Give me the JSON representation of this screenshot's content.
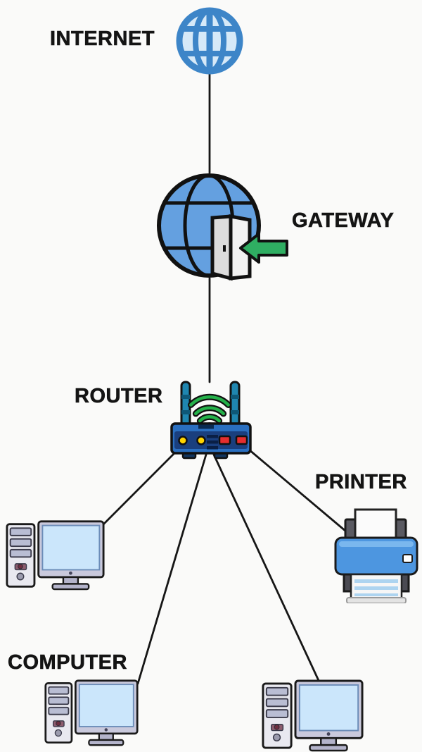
{
  "diagram": {
    "type": "network-topology",
    "labels": {
      "internet": "INTERNET",
      "gateway": "GATEWAY",
      "router": "ROUTER",
      "printer": "PRINTER",
      "computer": "COMPUTER"
    },
    "nodes": [
      {
        "id": "internet",
        "label": "INTERNET",
        "icon": "internet-globe-icon"
      },
      {
        "id": "gateway",
        "label": "GATEWAY",
        "icon": "gateway-globe-door-icon"
      },
      {
        "id": "router",
        "label": "ROUTER",
        "icon": "wireless-router-icon"
      },
      {
        "id": "computer-left",
        "label": "COMPUTER",
        "icon": "desktop-computer-icon"
      },
      {
        "id": "computer-bottom-left",
        "label": "COMPUTER",
        "icon": "desktop-computer-icon"
      },
      {
        "id": "computer-bottom-right",
        "label": "COMPUTER",
        "icon": "desktop-computer-icon"
      },
      {
        "id": "printer",
        "label": "PRINTER",
        "icon": "printer-icon"
      }
    ],
    "connections": [
      {
        "from": "internet",
        "to": "gateway"
      },
      {
        "from": "gateway",
        "to": "router"
      },
      {
        "from": "router",
        "to": "computer-left"
      },
      {
        "from": "router",
        "to": "computer-bottom-left"
      },
      {
        "from": "router",
        "to": "computer-bottom-right"
      },
      {
        "from": "router",
        "to": "printer"
      }
    ],
    "colors": {
      "background": "#fafaf9",
      "line": "#161616",
      "label_text": "#141414",
      "internet_globe_blue": "#3d85c8",
      "internet_globe_fill": "#d6e9f8",
      "gateway_globe_blue": "#64a0e0",
      "gateway_arrow_green": "#2fae62",
      "router_body_blue": "#2a6fc0",
      "router_panel_navy": "#1a3f7e",
      "wifi_green": "#25b14a",
      "led_yellow": "#ffd400",
      "led_red": "#e52e2e",
      "printer_blue": "#4d96e0",
      "monitor_screen_blue": "#cbe6fb",
      "computer_case_gray": "#c9c9dc"
    }
  }
}
